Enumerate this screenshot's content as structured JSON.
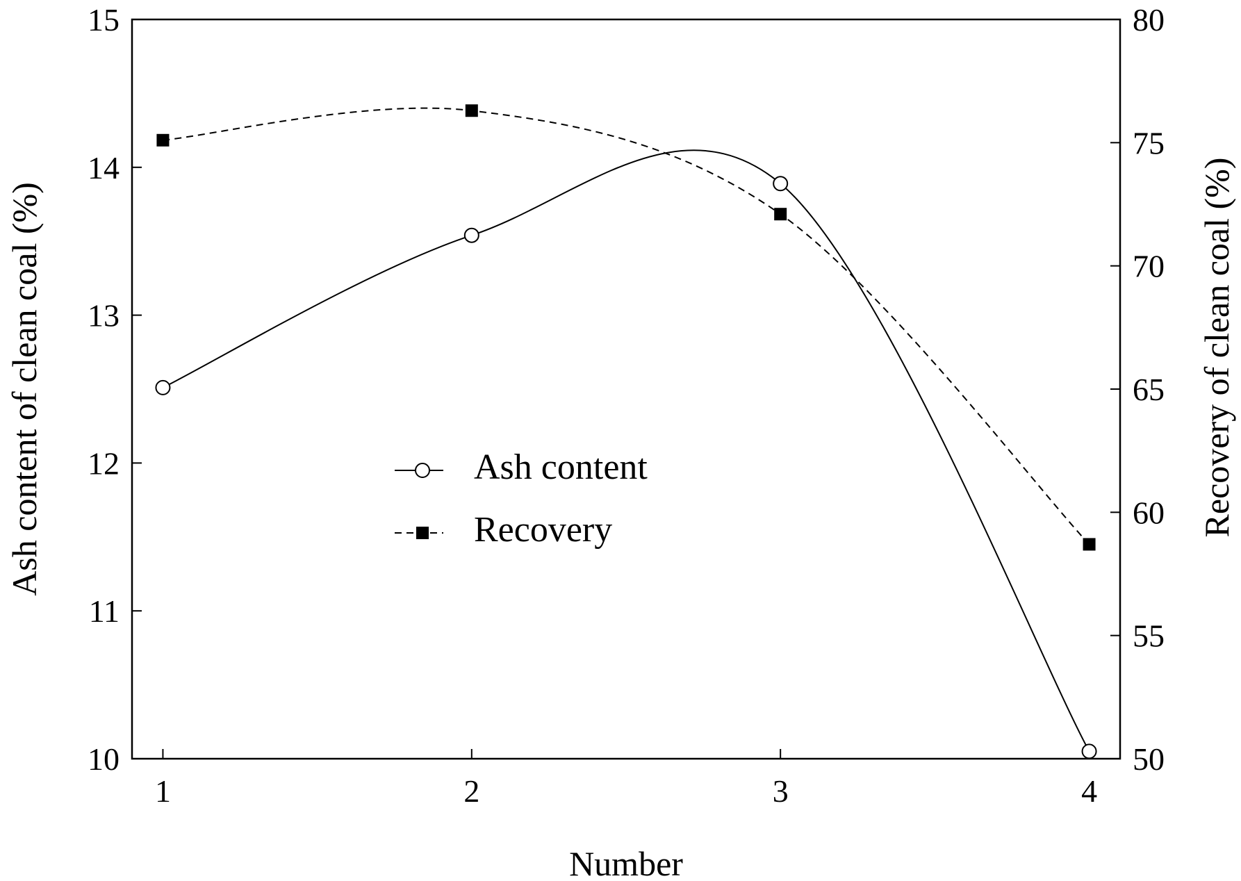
{
  "chart_data": {
    "type": "line",
    "x": [
      1,
      2,
      3,
      4
    ],
    "xlabel": "Number",
    "xlim": [
      0.9,
      4.1
    ],
    "xticks": [
      1,
      2,
      3,
      4
    ],
    "ylabel_left": "Ash content of clean coal  (%)",
    "ylim_left": [
      10,
      15
    ],
    "yticks_left": [
      10,
      11,
      12,
      13,
      14,
      15
    ],
    "ylabel_right": "Recovery of clean coal (%)",
    "ylim_right": [
      50,
      80
    ],
    "yticks_right": [
      50,
      55,
      60,
      65,
      70,
      75,
      80
    ],
    "grid": false,
    "legend_position": "center-left",
    "series": [
      {
        "name": "Ash content",
        "axis": "left",
        "values": [
          12.51,
          13.54,
          13.89,
          10.05
        ],
        "marker": "open-circle",
        "line_style": "solid",
        "smooth": true
      },
      {
        "name": "Recovery",
        "axis": "right",
        "values": [
          75.1,
          76.3,
          72.1,
          58.7
        ],
        "marker": "filled-square",
        "line_style": "dashed",
        "smooth": true
      }
    ]
  },
  "colors": {
    "axis": "#000000",
    "line": "#000000",
    "background": "#ffffff"
  }
}
